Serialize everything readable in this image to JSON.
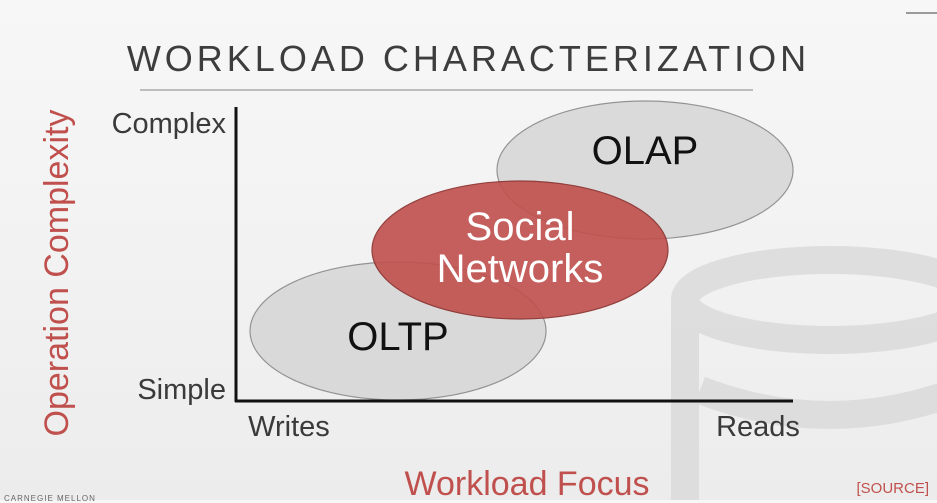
{
  "title": "WORKLOAD CHARACTERIZATION",
  "axes": {
    "y_label": "Operation Complexity",
    "x_label": "Workload Focus",
    "y_ticks": [
      "Simple",
      "Complex"
    ],
    "x_ticks": [
      "Writes",
      "Reads"
    ]
  },
  "regions": [
    {
      "label_lines": [
        "OLTP"
      ],
      "fill": "#d8d8d8",
      "stroke": "#8c8c8c",
      "text_color": "#111111"
    },
    {
      "label_lines": [
        "OLAP"
      ],
      "fill": "#d8d8d8",
      "stroke": "#8c8c8c",
      "text_color": "#111111"
    },
    {
      "label_lines": [
        "Social",
        "Networks"
      ],
      "fill": "#c0504d",
      "stroke": "#8a2d2a",
      "text_color": "#ffffff"
    }
  ],
  "source_label": "[SOURCE]",
  "footer_logo_text": "CARNEGIE MELLON",
  "colors": {
    "accent": "#c0504d",
    "axis": "#111111",
    "text": "#3d3d3d"
  }
}
